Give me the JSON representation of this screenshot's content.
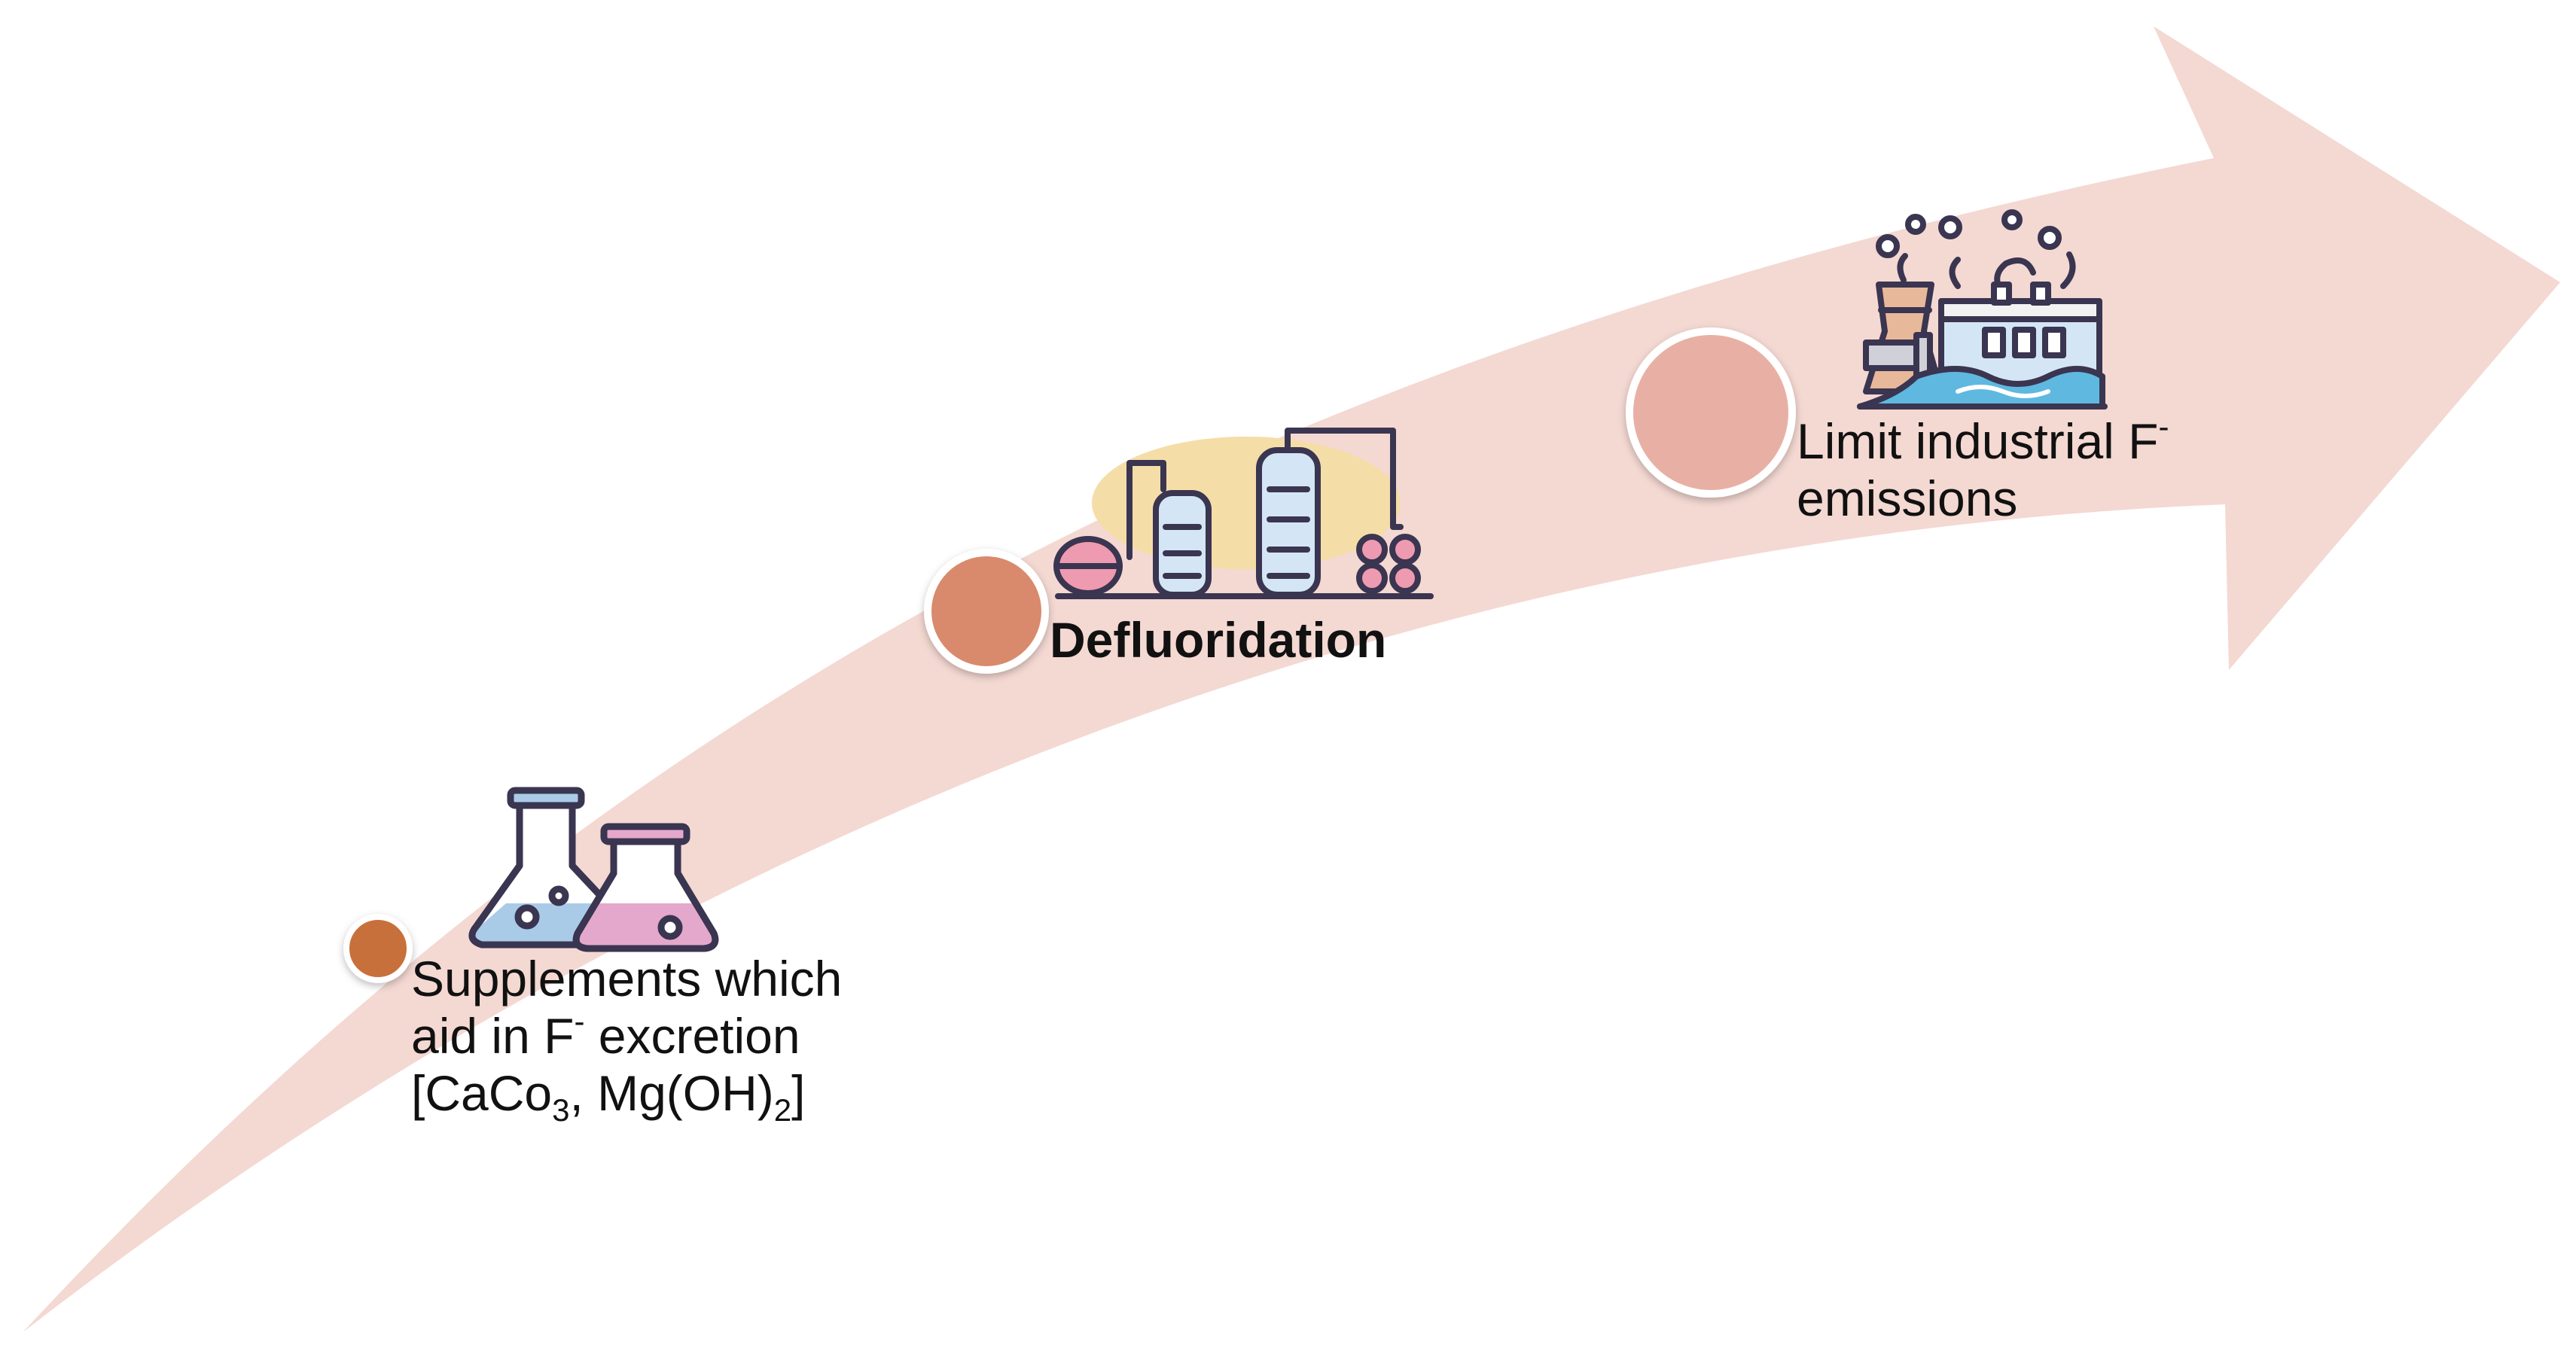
{
  "colors": {
    "arrow_fill": "#f4d8d2",
    "step1_dot": "#c8703a",
    "step2_dot": "#d98a6c",
    "step3_dot": "#e8b0a4",
    "text": "#111111"
  },
  "steps": [
    {
      "icon": "flasks-icon",
      "dot_color": "#c8703a",
      "line1": "Supplements which",
      "line2_prefix": "aid in F",
      "line2_sup": "-",
      "line2_suffix": " excretion",
      "line3_open": "[CaCo",
      "line3_sub1": "3",
      "line3_mid": ", Mg(OH)",
      "line3_sub2": "2",
      "line3_close": "]"
    },
    {
      "icon": "distillation-plant-icon",
      "dot_color": "#d98a6c",
      "label": "Defluoridation"
    },
    {
      "icon": "factory-pollution-icon",
      "dot_color": "#e8b0a4",
      "line1_prefix": "Limit industrial F",
      "line1_sup": "-",
      "line2": "emissions"
    }
  ]
}
